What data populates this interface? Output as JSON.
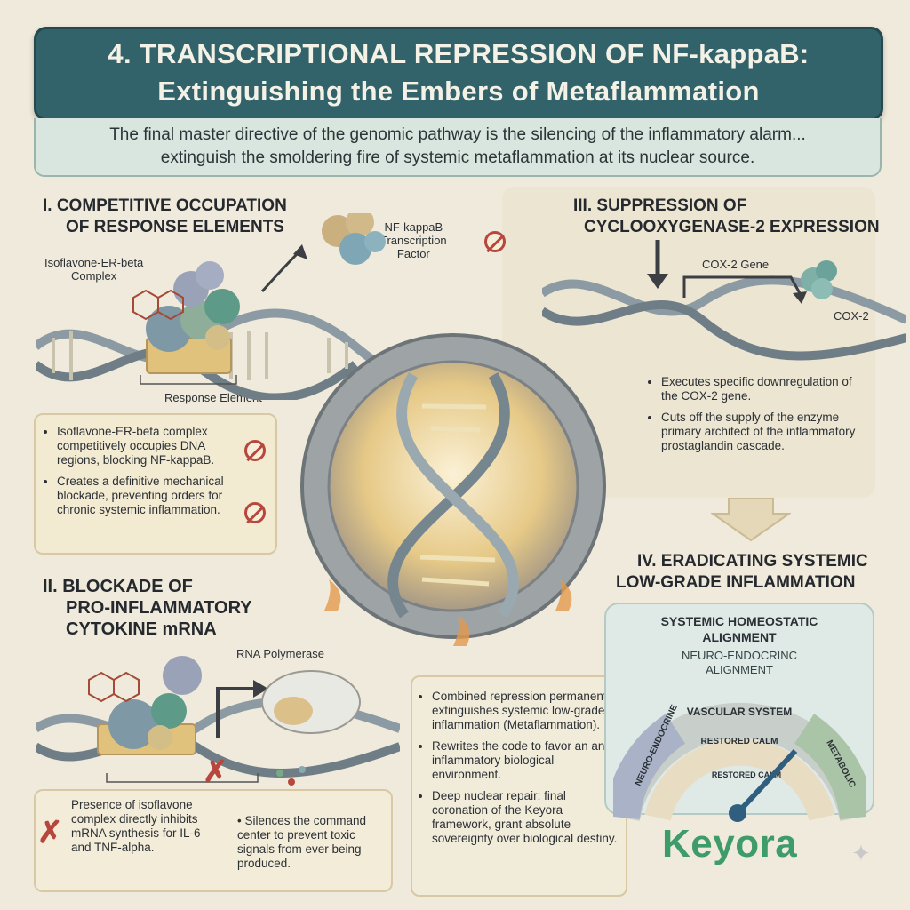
{
  "header": {
    "title_line1": "4. TRANSCRIPTIONAL REPRESSION OF NF-kappaB:",
    "title_line2": "Extinguishing the Embers of Metaflammation",
    "subtitle_line1": "The final master directive of the genomic pathway is the silencing of the inflammatory alarm...",
    "subtitle_line2": "extinguish the smoldering fire of systemic metaflammation at its nuclear source."
  },
  "section1": {
    "title_line1": "I. COMPETITIVE OCCUPATION",
    "title_line2": "OF RESPONSE ELEMENTS",
    "label_complex_1": "Isoflavone-ER-beta",
    "label_complex_2": "Complex",
    "label_nfkb_1": "NF-kappaB",
    "label_nfkb_2": "Transcription",
    "label_nfkb_3": "Factor",
    "label_response": "Response Element",
    "bullets": [
      "Isoflavone-ER-beta complex competitively occupies DNA regions, blocking NF-kappaB.",
      "Creates a definitive mechanical blockade, preventing orders for chronic systemic inflammation."
    ]
  },
  "section2": {
    "title_line1": "II. BLOCKADE OF",
    "title_line2": "PRO-INFLAMMATORY",
    "title_line3": "CYTOKINE mRNA",
    "label_polymerase": "RNA Polymerase",
    "text_left": "Presence of isoflavone complex directly inhibits mRNA synthesis for IL-6 and TNF-alpha.",
    "text_right": "Silences the command center to prevent toxic signals from ever being produced."
  },
  "section3": {
    "title_line1": "III. SUPPRESSION OF",
    "title_line2": "CYCLOOXYGENASE-2 EXPRESSION",
    "label_gene": "COX-2 Gene",
    "label_enzyme": "COX-2",
    "bullets": [
      "Executes specific downregulation of the COX-2 gene.",
      "Cuts off the supply of the enzyme primary architect of the inflammatory prostaglandin cascade."
    ]
  },
  "section4": {
    "title_line1": "IV. ERADICATING SYSTEMIC",
    "title_line2": "LOW-GRADE INFLAMMATION",
    "gauge_title_1": "SYSTEMIC HOMEOSTATIC",
    "gauge_title_2": "ALIGNMENT",
    "gauge_sub_1": "NEURO-ENDOCRINC",
    "gauge_sub_2": "ALIGNMENT",
    "gauge_labels": {
      "top": "VASCULAR SYSTEM",
      "left": "NEURO-ENDOCRINE",
      "right": "METABOLIC",
      "inner1": "RESTORED CALM",
      "inner2": "RESTORED CALM"
    },
    "bullets": [
      "Combined repression permanently extinguishes systemic low-grade inflammation (Metaflammation).",
      "Rewrites the code to favor an anti-inflammatory biological environment.",
      "Deep nuclear repair: final coronation of the Keyora framework, grant absolute sovereignty over biological destiny."
    ]
  },
  "brand": {
    "name": "Keyora"
  },
  "colors": {
    "header": "#33636a",
    "accent_red": "#b7473c",
    "dna": "#8c9aa3",
    "brand_green": "#3e9b6a"
  }
}
